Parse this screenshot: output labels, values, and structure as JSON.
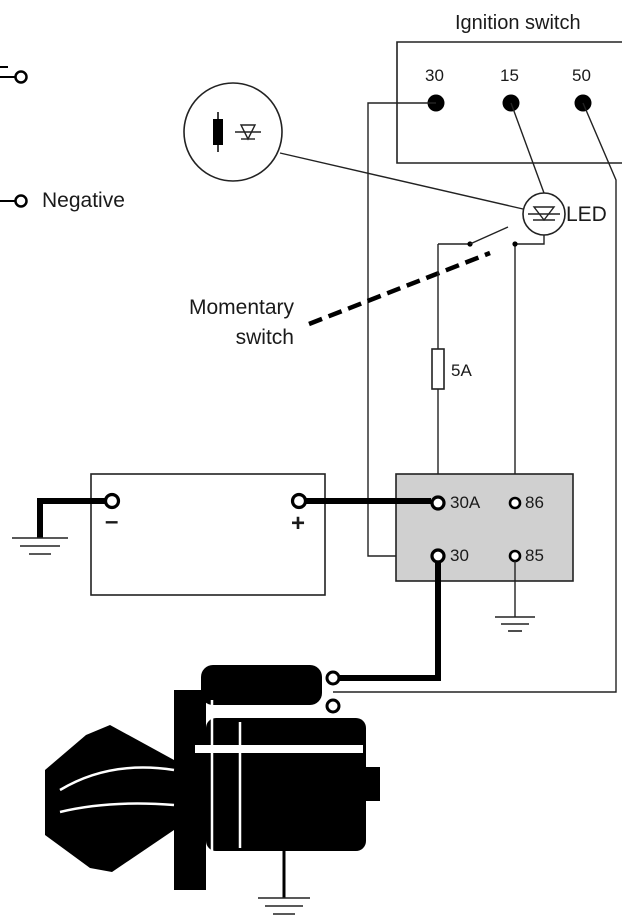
{
  "ignition_switch": {
    "title": "Ignition switch",
    "terminals": [
      "30",
      "15",
      "50"
    ]
  },
  "labels": {
    "negative": "Negative",
    "led": "LED",
    "momentary_switch_line1": "Momentary",
    "momentary_switch_line2": "switch",
    "fuse": "5A"
  },
  "battery": {
    "negative_symbol": "–",
    "positive_symbol": "+"
  },
  "relay": {
    "terminals": [
      "30A",
      "86",
      "30",
      "85"
    ],
    "fill_color": "#d0d0d0"
  },
  "colors": {
    "wire": "#000000",
    "background": "#ffffff"
  }
}
